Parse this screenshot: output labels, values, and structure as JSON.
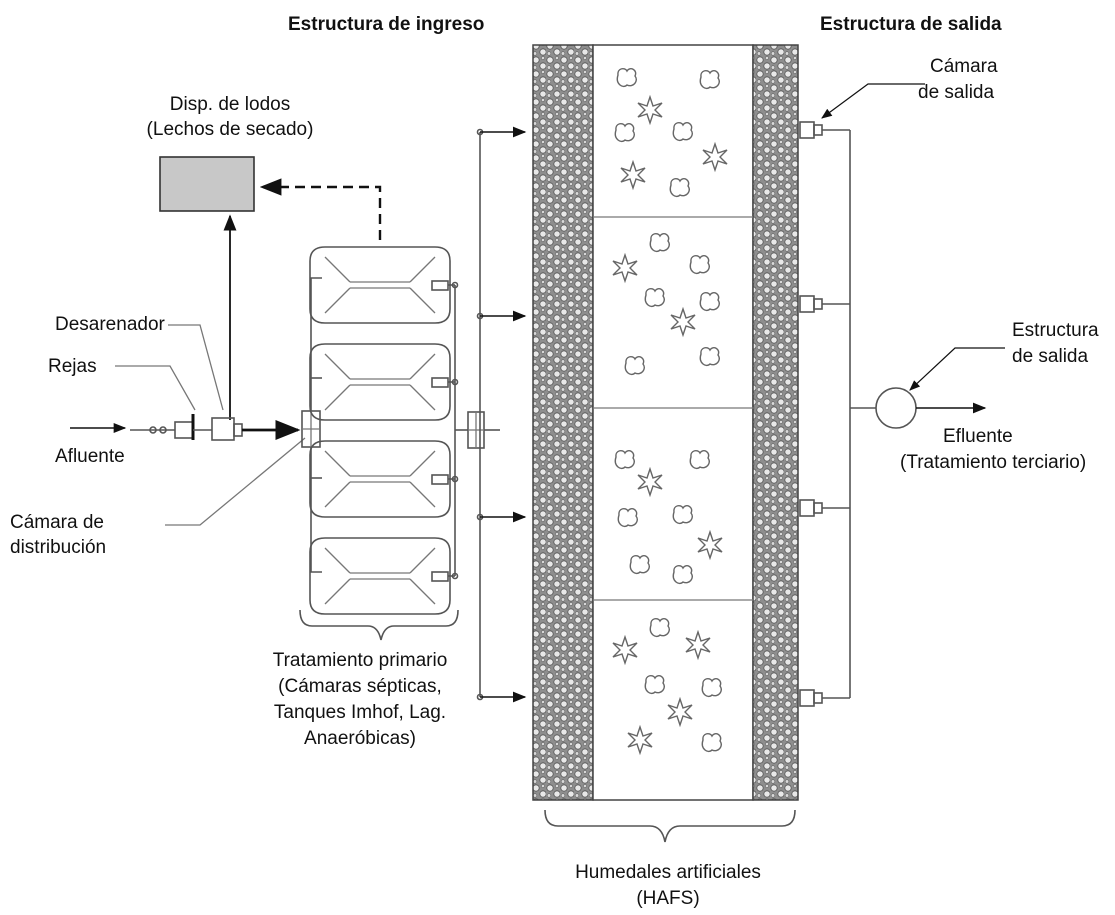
{
  "headers": {
    "inlet": "Estructura de ingreso",
    "outlet": "Estructura de salida"
  },
  "labels": {
    "sludge_line1": "Disp. de lodos",
    "sludge_line2": "(Lechos de secado)",
    "desander": "Desarenador",
    "screens": "Rejas",
    "influent": "Afluente",
    "dist_chamber_line1": "Cámara de",
    "dist_chamber_line2": "distribución",
    "primary_line1": "Tratamiento primario",
    "primary_line2": "(Cámaras sépticas,",
    "primary_line3": "Tanques Imhof, Lag.",
    "primary_line4": "Anaeróbicas)",
    "wetlands_line1": "Humedales artificiales",
    "wetlands_line2": "(HAFS)",
    "out_chamber_line1": "Cámara",
    "out_chamber_line2": "de salida",
    "out_struct_line1": "Estructura",
    "out_struct_line2": "de salida",
    "effluent_line1": "Efluente",
    "effluent_line2": "(Tratamiento terciario)"
  },
  "colors": {
    "sludge_box": "#c8c8c8",
    "gravel": "#9a9a9a",
    "line": "#555555"
  }
}
